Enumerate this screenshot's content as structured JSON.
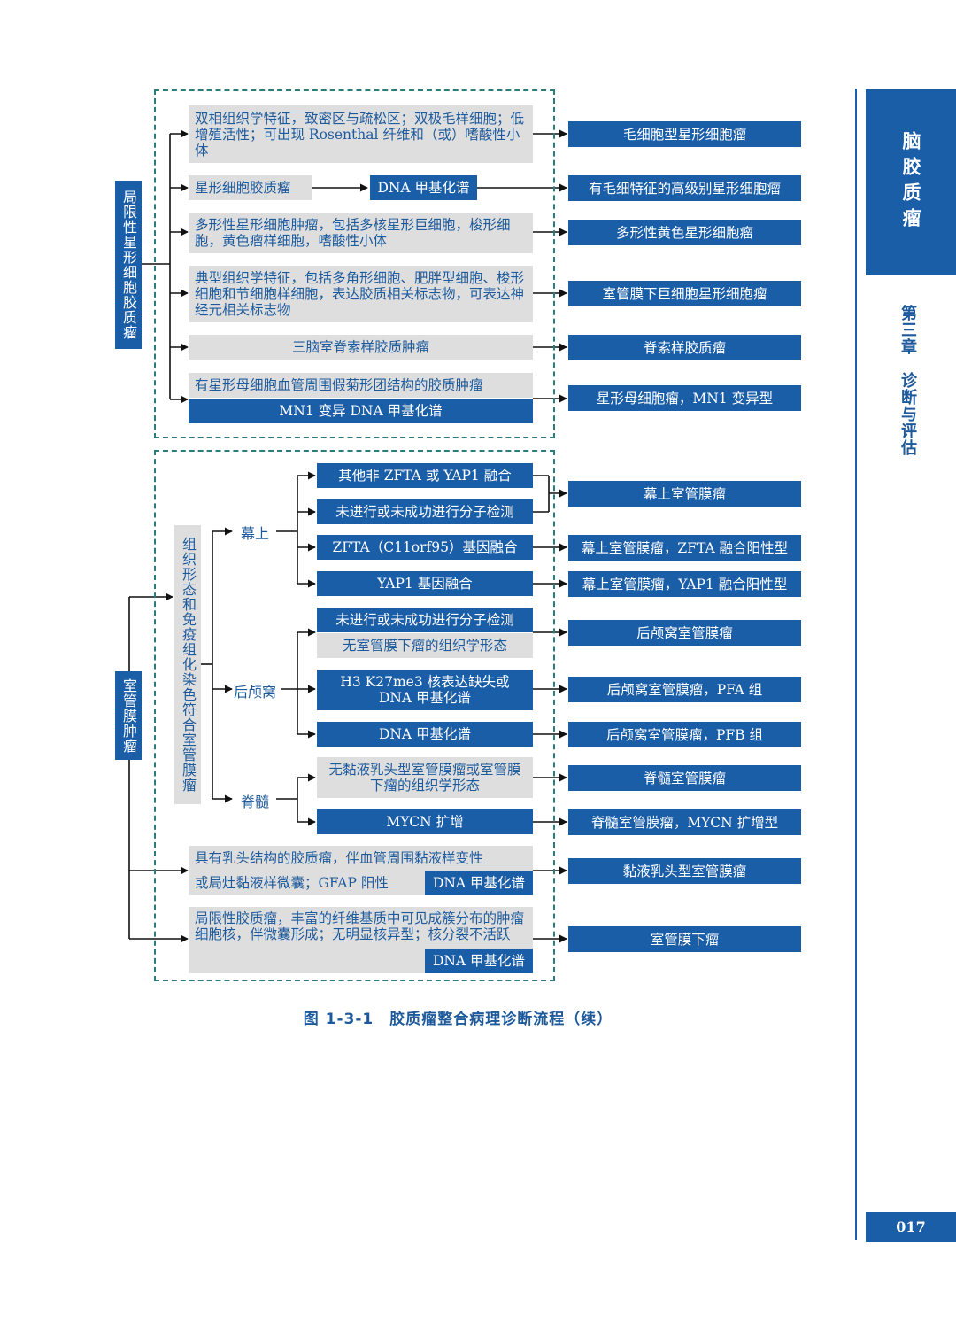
{
  "section1": {
    "root": "局限性星形细胞胶质瘤",
    "n1": "双相组织学特征，致密区与疏松区；双极毛样细胞；低增殖活性；可出现 Rosenthal 纤维和（或）嗜酸性小体",
    "n2": "星形细胞胶质瘤",
    "n2b": "DNA 甲基化谱",
    "n3": "多形性星形细胞肿瘤，包括多核星形巨细胞，梭形细胞，黄色瘤样细胞，嗜酸性小体",
    "n4": "典型组织学特征，包括多角形细胞、肥胖型细胞、梭形细胞和节细胞样细胞，表达胶质相关标志物，可表达神经元相关标志物",
    "n5": "三脑室脊索样胶质肿瘤",
    "n6": "有星形母细胞血管周围假菊形团结构的胶质肿瘤",
    "n6b": "MN1 变异 DNA 甲基化谱",
    "r1": "毛细胞型星形细胞瘤",
    "r2": "有毛细特征的高级别星形细胞瘤",
    "r3": "多形性黄色星形细胞瘤",
    "r4": "室管膜下巨细胞星形细胞瘤",
    "r5": "脊索样胶质瘤",
    "r6": "星形母细胞瘤，MN1 变异型"
  },
  "section2": {
    "root": "室管膜肿瘤",
    "sub": "组织形态和免疫组化染色符合室管膜瘤",
    "l_supra": "幕上",
    "l_post": "后颅窝",
    "l_spine": "脊髓",
    "m1": "其他非 ZFTA 或 YAP1 融合",
    "m2": "未进行或未成功进行分子检测",
    "m3": "ZFTA（C11orf95）基因融合",
    "m4": "YAP1 基因融合",
    "m5": "未进行或未成功进行分子检测",
    "m5b": "无室管膜下瘤的组织学形态",
    "m6": "H3 K27me3 核表达缺失或 DNA 甲基化谱",
    "m7": "DNA 甲基化谱",
    "m8": "无黏液乳头型室管膜瘤或室管膜下瘤的组织学形态",
    "m9": "MYCN 扩增",
    "p1": "具有乳头结构的胶质瘤，伴血管周围黏液样变性",
    "p1b": "或局灶黏液样微囊；GFAP 阳性",
    "p1c": "DNA 甲基化谱",
    "p2": "局限性胶质瘤，丰富的纤维基质中可见成簇分布的肿瘤细胞核，伴微囊形成；无明显核异型；核分裂不活跃",
    "p2c": "DNA 甲基化谱",
    "r1": "幕上室管膜瘤",
    "r2": "幕上室管膜瘤，ZFTA 融合阳性型",
    "r3": "幕上室管膜瘤，YAP1 融合阳性型",
    "r4": "后颅窝室管膜瘤",
    "r5": "后颅窝室管膜瘤，PFA 组",
    "r6": "后颅窝室管膜瘤，PFB 组",
    "r7": "脊髓室管膜瘤",
    "r8": "脊髓室管膜瘤，MYCN 扩增型",
    "r9": "黏液乳头型室管膜瘤",
    "r10": "室管膜下瘤"
  },
  "caption": "图 1-3-1　胶质瘤整合病理诊断流程（续）",
  "side": {
    "tab": "脑胶质瘤",
    "chapter": "第三章　诊断与评估",
    "page": "017"
  },
  "colors": {
    "accent": "#1a5ea8",
    "gray": "#dedede",
    "dash": "#2b7c7a"
  }
}
